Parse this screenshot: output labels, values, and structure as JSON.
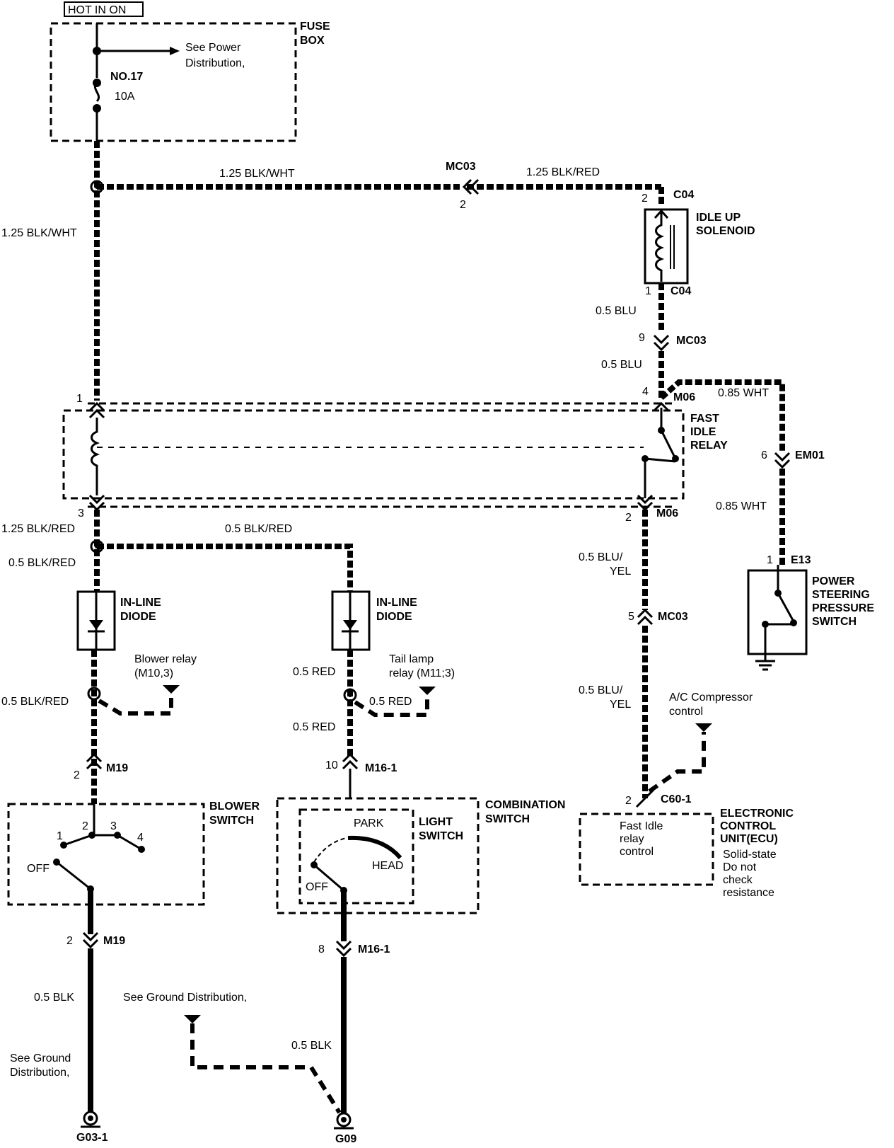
{
  "header": {
    "hot_label": "HOT IN ON"
  },
  "fuse_box": {
    "title_line1": "FUSE",
    "title_line2": "BOX",
    "fuse_name": "NO.17",
    "fuse_rating": "10A",
    "see_power_line1": "See Power",
    "see_power_line2": "Distribution,"
  },
  "wires": {
    "top_left": "1.25 BLK/WHT",
    "top_right": "1.25 BLK/RED",
    "left_vertical": "1.25 BLK/WHT",
    "blu_upper": "0.5 BLU",
    "blu_lower": "0.5 BLU",
    "wht_upper": "0.85 WHT",
    "wht_lower": "0.85 WHT",
    "relay_out": "1.25 BLK/RED",
    "to_tail_diode": "0.5 BLK/RED",
    "left_diode_in": "0.5 BLK/RED",
    "left_diode_out": "0.5 BLK/RED",
    "red_upper": "0.5 RED",
    "red_branch": "0.5 RED",
    "red_lower": "0.5 RED",
    "bluyel_upper_1": "0.5 BLU/",
    "bluyel_upper_2": "YEL",
    "bluyel_lower_1": "0.5 BLU/",
    "bluyel_lower_2": "YEL",
    "blk_left": "0.5 BLK",
    "blk_right": "0.5 BLK"
  },
  "connectors": {
    "mc03_top": "MC03",
    "mc03_top_pin": "2",
    "c04_top": "C04",
    "c04_top_pin": "2",
    "c04_bottom": "C04",
    "c04_bottom_pin": "1",
    "mc03_mid": "MC03",
    "mc03_mid_pin": "9",
    "m06_top": "M06",
    "m06_top_pin": "4",
    "em01": "EM01",
    "em01_pin": "6",
    "m06_bottom": "M06",
    "m06_bottom_pin": "2",
    "relay_pin1": "1",
    "relay_pin3": "3",
    "e13": "E13",
    "e13_pin": "1",
    "mc03_low": "MC03",
    "mc03_low_pin": "5",
    "m19_top": "M19",
    "m19_top_pin": "2",
    "m16_top": "M16-1",
    "m16_top_pin": "10",
    "c60": "C60-1",
    "c60_pin": "2",
    "m19_bottom": "M19",
    "m19_bottom_pin": "2",
    "m16_bottom": "M16-1",
    "m16_bottom_pin": "8"
  },
  "components": {
    "idle_up_line1": "IDLE UP",
    "idle_up_line2": "SOLENOID",
    "fast_idle_line1": "FAST",
    "fast_idle_line2": "IDLE",
    "fast_idle_line3": "RELAY",
    "psps_line1": "POWER",
    "psps_line2": "STEERING",
    "psps_line3": "PRESSURE",
    "psps_line4": "SWITCH",
    "diode_left_line1": "IN-LINE",
    "diode_left_line2": "DIODE",
    "diode_right_line1": "IN-LINE",
    "diode_right_line2": "DIODE",
    "blower_switch_line1": "BLOWER",
    "blower_switch_line2": "SWITCH",
    "blower_pos_1": "1",
    "blower_pos_2": "2",
    "blower_pos_3": "3",
    "blower_pos_4": "4",
    "blower_off": "OFF",
    "combination_line1": "COMBINATION",
    "combination_line2": "SWITCH",
    "light_switch_line1": "LIGHT",
    "light_switch_line2": "SWITCH",
    "light_park": "PARK",
    "light_head": "HEAD",
    "light_off": "OFF",
    "ecu_line1": "ELECTRONIC",
    "ecu_line2": "CONTROL",
    "ecu_line3": "UNIT(ECU)",
    "ecu_note1": "Solid-state",
    "ecu_note2": "Do not",
    "ecu_note3": "check",
    "ecu_note4": "resistance",
    "ecu_inner1": "Fast Idle",
    "ecu_inner2": "relay",
    "ecu_inner3": "control"
  },
  "references": {
    "blower_relay_line1": "Blower relay",
    "blower_relay_line2": "(M10,3)",
    "tail_relay_line1": "Tail lamp",
    "tail_relay_line2": "relay (M11;3)",
    "ac_line1": "A/C Compressor",
    "ac_line2": "control",
    "see_ground_mid": "See Ground Distribution,",
    "see_ground_left1": "See Ground",
    "see_ground_left2": "Distribution,"
  },
  "grounds": {
    "g03": "G03-1",
    "g09": "G09"
  }
}
